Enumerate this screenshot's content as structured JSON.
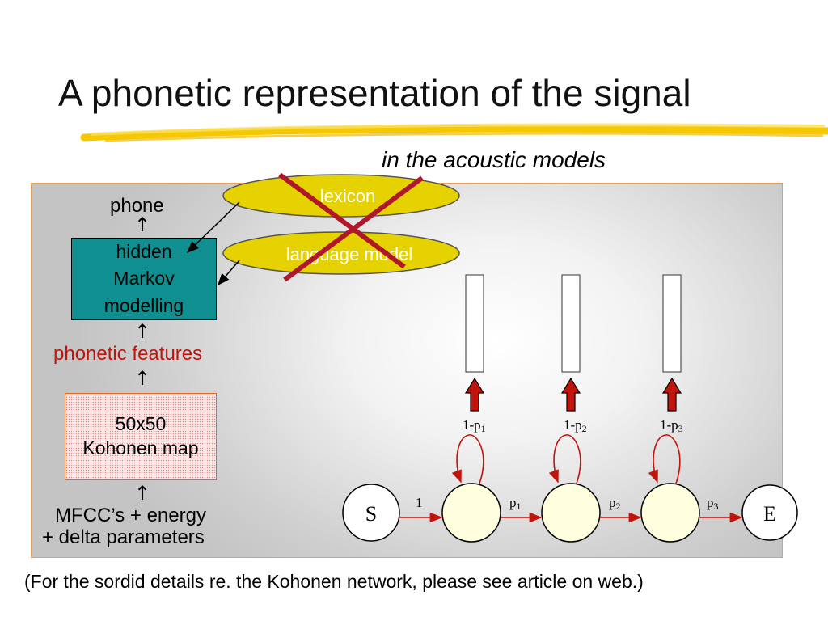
{
  "title": "A phonetic representation of the signal",
  "subtitle": "in the acoustic models",
  "pipeline": {
    "phone": "phone",
    "hmm_lines": [
      "hidden",
      "Markov",
      "modelling"
    ],
    "phonetic_features": "phonetic features",
    "kohonen_lines": [
      "50x50",
      "Kohonen map"
    ],
    "input_lines": [
      "MFCC’s + energy",
      "+ delta parameters"
    ],
    "up_arrow": "↑"
  },
  "knowledge_sources": {
    "lexicon": "lexicon",
    "language_model": "language model"
  },
  "hmm_states": {
    "start": "S",
    "end": "E",
    "start_transition": "1",
    "self_loop_labels": [
      {
        "prefix": "1-p",
        "sub": "1"
      },
      {
        "prefix": "1-p",
        "sub": "2"
      },
      {
        "prefix": "1-p",
        "sub": "3"
      }
    ],
    "forward_labels": [
      {
        "prefix": "p",
        "sub": "1"
      },
      {
        "prefix": "p",
        "sub": "2"
      },
      {
        "prefix": "p",
        "sub": "3"
      }
    ]
  },
  "footer": "(For the sordid details re. the Kohonen network, please see article on web.)",
  "colors": {
    "accent_red": "#c0140c",
    "hmm_box": "#0f8f8f",
    "ellipse_fill": "#e6d200",
    "state_fill": "#ffffe0",
    "title_underline": "#f5c800"
  }
}
